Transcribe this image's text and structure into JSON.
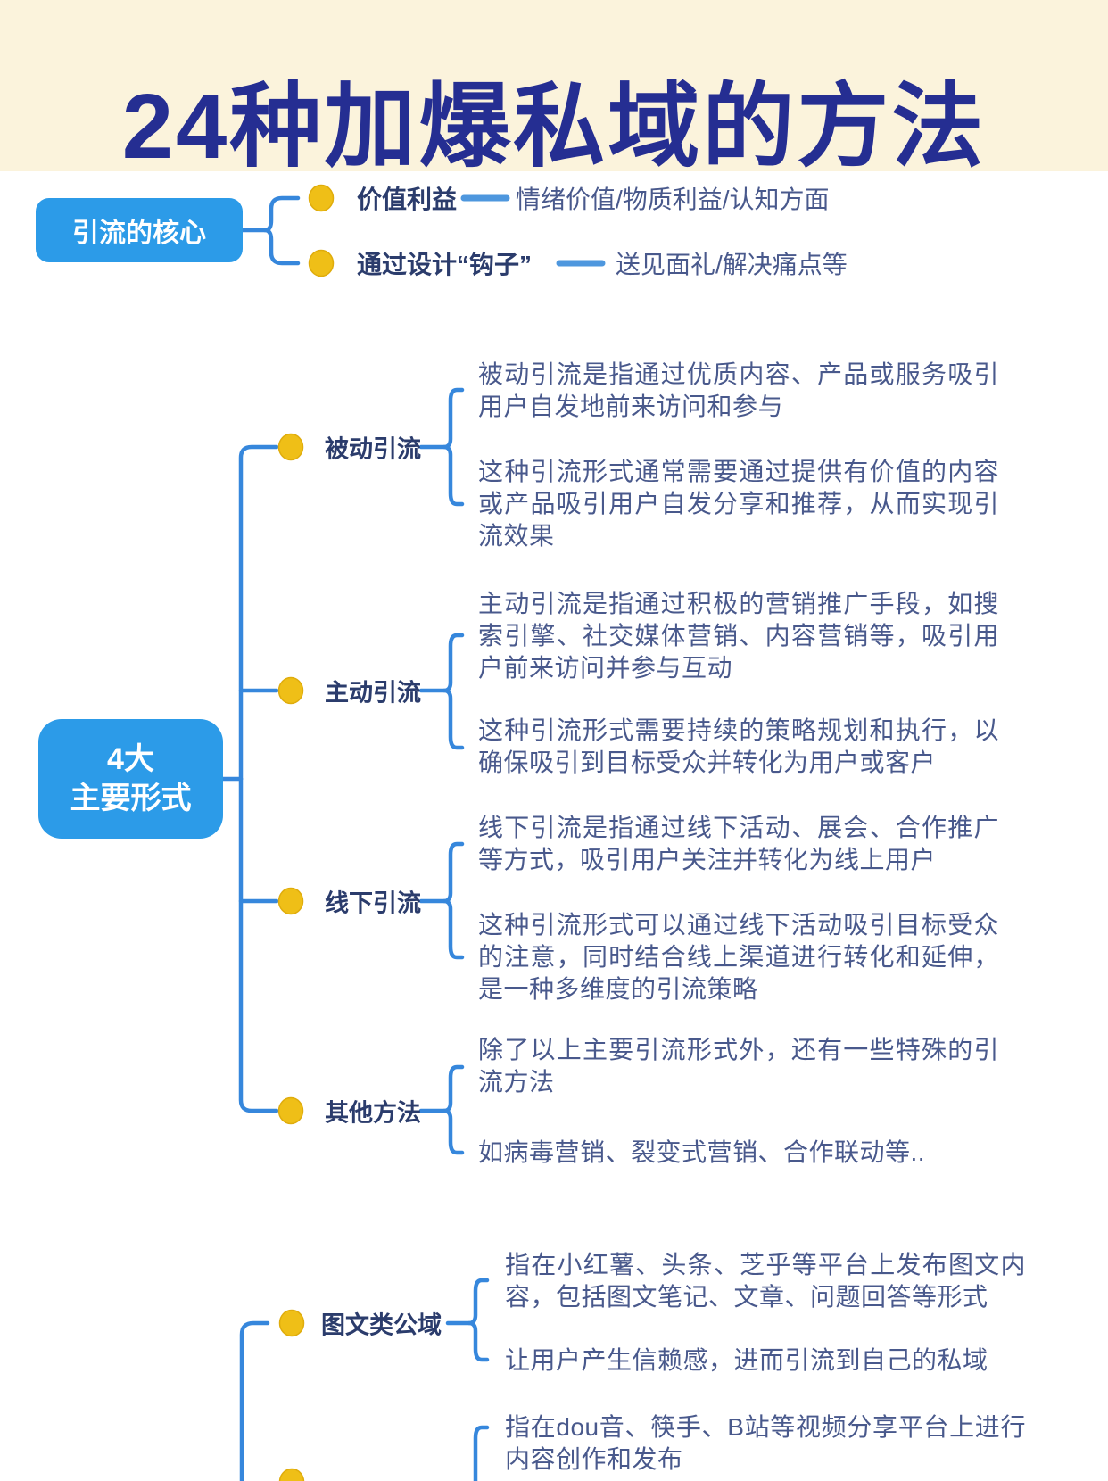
{
  "title": "24种加爆私域的方法",
  "sections": {
    "core": {
      "node": "引流的核心",
      "branches": [
        {
          "label": "价值利益",
          "value": "情绪价值/物质利益/认知方面"
        },
        {
          "label": "通过设计“钩子”",
          "value": "送见面礼/解决痛点等"
        }
      ]
    },
    "forms": {
      "node_line1": "4大",
      "node_line2": "主要形式",
      "branches": [
        {
          "label": "被动引流",
          "p1": "被动引流是指通过优质内容、产品或服务吸引用户自发地前来访问和参与",
          "p2": "这种引流形式通常需要通过提供有价值的内容或产品吸引用户自发分享和推荐，从而实现引流效果"
        },
        {
          "label": "主动引流",
          "p1": "主动引流是指通过积极的营销推广手段，如搜索引擎、社交媒体营销、内容营销等，吸引用户前来访问并参与互动",
          "p2": "这种引流形式需要持续的策略规划和执行，以确保吸引到目标受众并转化为用户或客户"
        },
        {
          "label": "线下引流",
          "p1": "线下引流是指通过线下活动、展会、合作推广等方式，吸引用户关注并转化为线上用户",
          "p2": "这种引流形式可以通过线下活动吸引目标受众的注意，同时结合线上渠道进行转化和延伸，是一种多维度的引流策略"
        },
        {
          "label": "其他方法",
          "p1": "除了以上主要引流形式外，还有一些特殊的引流方法",
          "p2": "如病毒营销、裂变式营销、合作联动等.."
        }
      ]
    },
    "channels": {
      "branches": [
        {
          "label": "图文类公域",
          "p1": "指在小红薯、头条、芝乎等平台上发布图文内容，包括图文笔记、文章、问题回答等形式",
          "p2": "让用户产生信赖感，进而引流到自己的私域"
        },
        {
          "p1": "指在dou音、筷手、B站等视频分享平台上进行内容创作和发布"
        }
      ]
    }
  },
  "colors": {
    "background": "#ffffff",
    "banner_cream": "#fbf3dc",
    "title_navy": "#252e92",
    "node_blue": "#2c9be8",
    "connector_blue": "#3687dc",
    "bullet_yellow": "#efbf17",
    "label_navy": "#2b3c6c",
    "text_slate": "#49598c"
  }
}
